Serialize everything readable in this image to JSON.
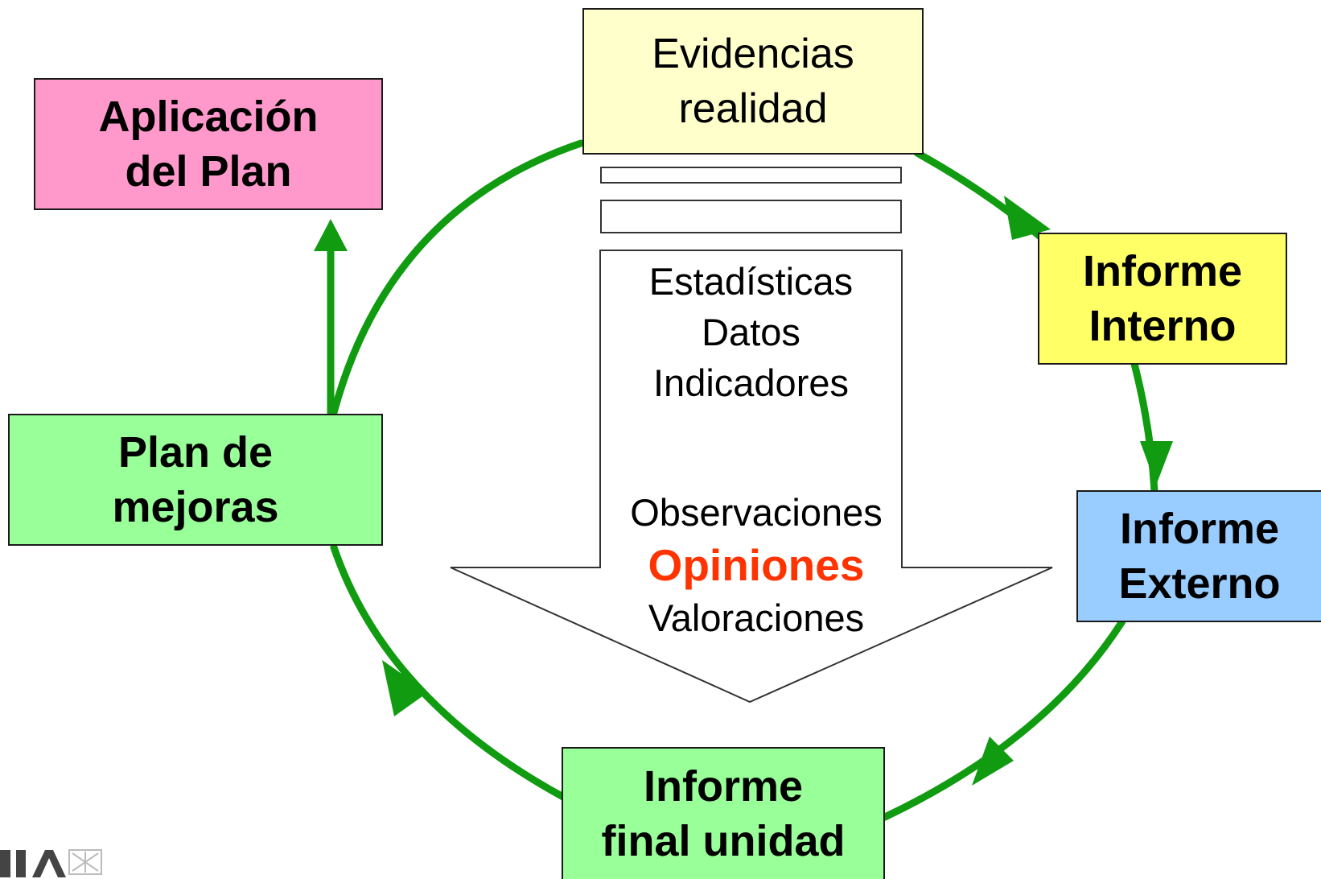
{
  "colors": {
    "cycle_green": "#109b10",
    "evidencias_fill": "#ffffcc",
    "aplicacion_fill": "#ff99cc",
    "informe_interno_fill": "#ffff66",
    "informe_externo_fill": "#99ccff",
    "green_box_fill": "#99ff99",
    "highlight_text": "#ff3300"
  },
  "nodes": {
    "evidencias": {
      "line1": "Evidencias",
      "line2": "realidad"
    },
    "informe_interno": {
      "line1": "Informe",
      "line2": "Interno"
    },
    "informe_externo": {
      "line1": "Informe",
      "line2": "Externo"
    },
    "informe_final": {
      "line1": "Informe",
      "line2": "final unidad"
    },
    "plan_mejoras": {
      "line1": "Plan de",
      "line2": "mejoras"
    },
    "aplicacion": {
      "line1": "Aplicación",
      "line2": "del Plan"
    }
  },
  "down_arrow": {
    "upper_items": [
      "Estadísticas",
      "Datos",
      "Indicadores"
    ],
    "lower_items": [
      "Observaciones",
      "Opiniones",
      "Valoraciones"
    ]
  }
}
